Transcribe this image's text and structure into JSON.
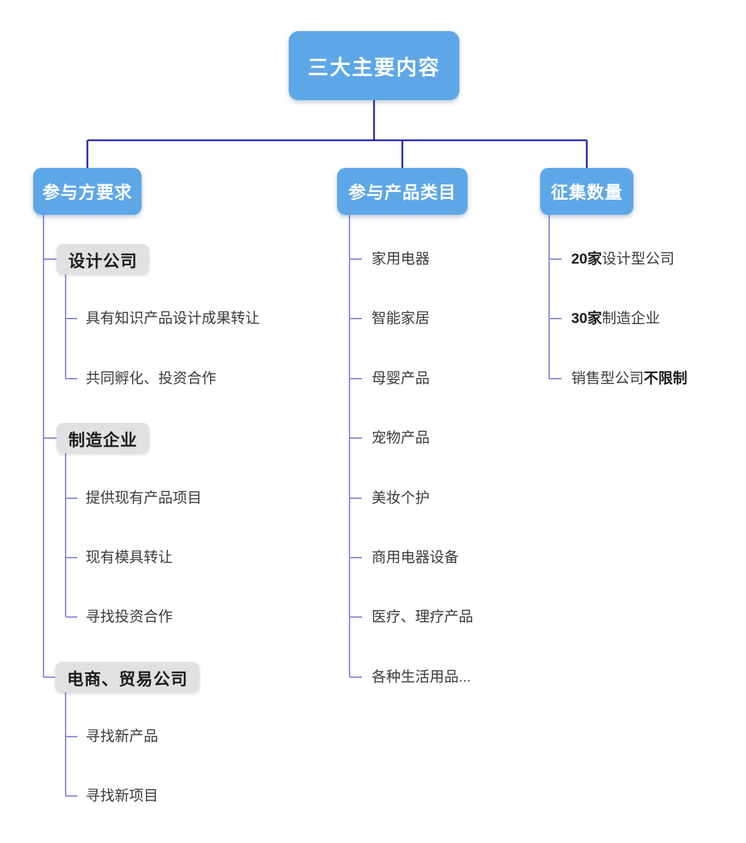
{
  "root": {
    "label": "三大主要内容"
  },
  "branches": [
    {
      "label": "参与方要求",
      "groups": [
        {
          "label": "设计公司",
          "items": [
            "具有知识产品设计成果转让",
            "共同孵化、投资合作"
          ]
        },
        {
          "label": "制造企业",
          "items": [
            "提供现有产品项目",
            "现有模具转让",
            "寻找投资合作"
          ]
        },
        {
          "label": "电商、贸易公司",
          "items": [
            "寻找新产品",
            "寻找新项目"
          ]
        }
      ]
    },
    {
      "label": "参与产品类目",
      "items": [
        "家用电器",
        "智能家居",
        "母婴产品",
        "宠物产品",
        "美妆个护",
        "商用电器设备",
        "医疗、理疗产品",
        "各种生活用品..."
      ]
    },
    {
      "label": "征集数量",
      "items": [
        {
          "bold": "20家",
          "normal": "设计型公司",
          "bold_position": "start"
        },
        {
          "bold": "30家",
          "normal": "制造企业",
          "bold_position": "start"
        },
        {
          "normal": "销售型公司",
          "bold": "不限制",
          "bold_position": "end"
        }
      ]
    }
  ],
  "colors": {
    "node_blue": "#5ea7e7",
    "connector_navy": "#2222a6",
    "connector_purple": "#8c8cdb",
    "label_gray": "#e1e1e1",
    "text_dark": "#3b3b3b",
    "text_black": "#1c1c1c"
  }
}
